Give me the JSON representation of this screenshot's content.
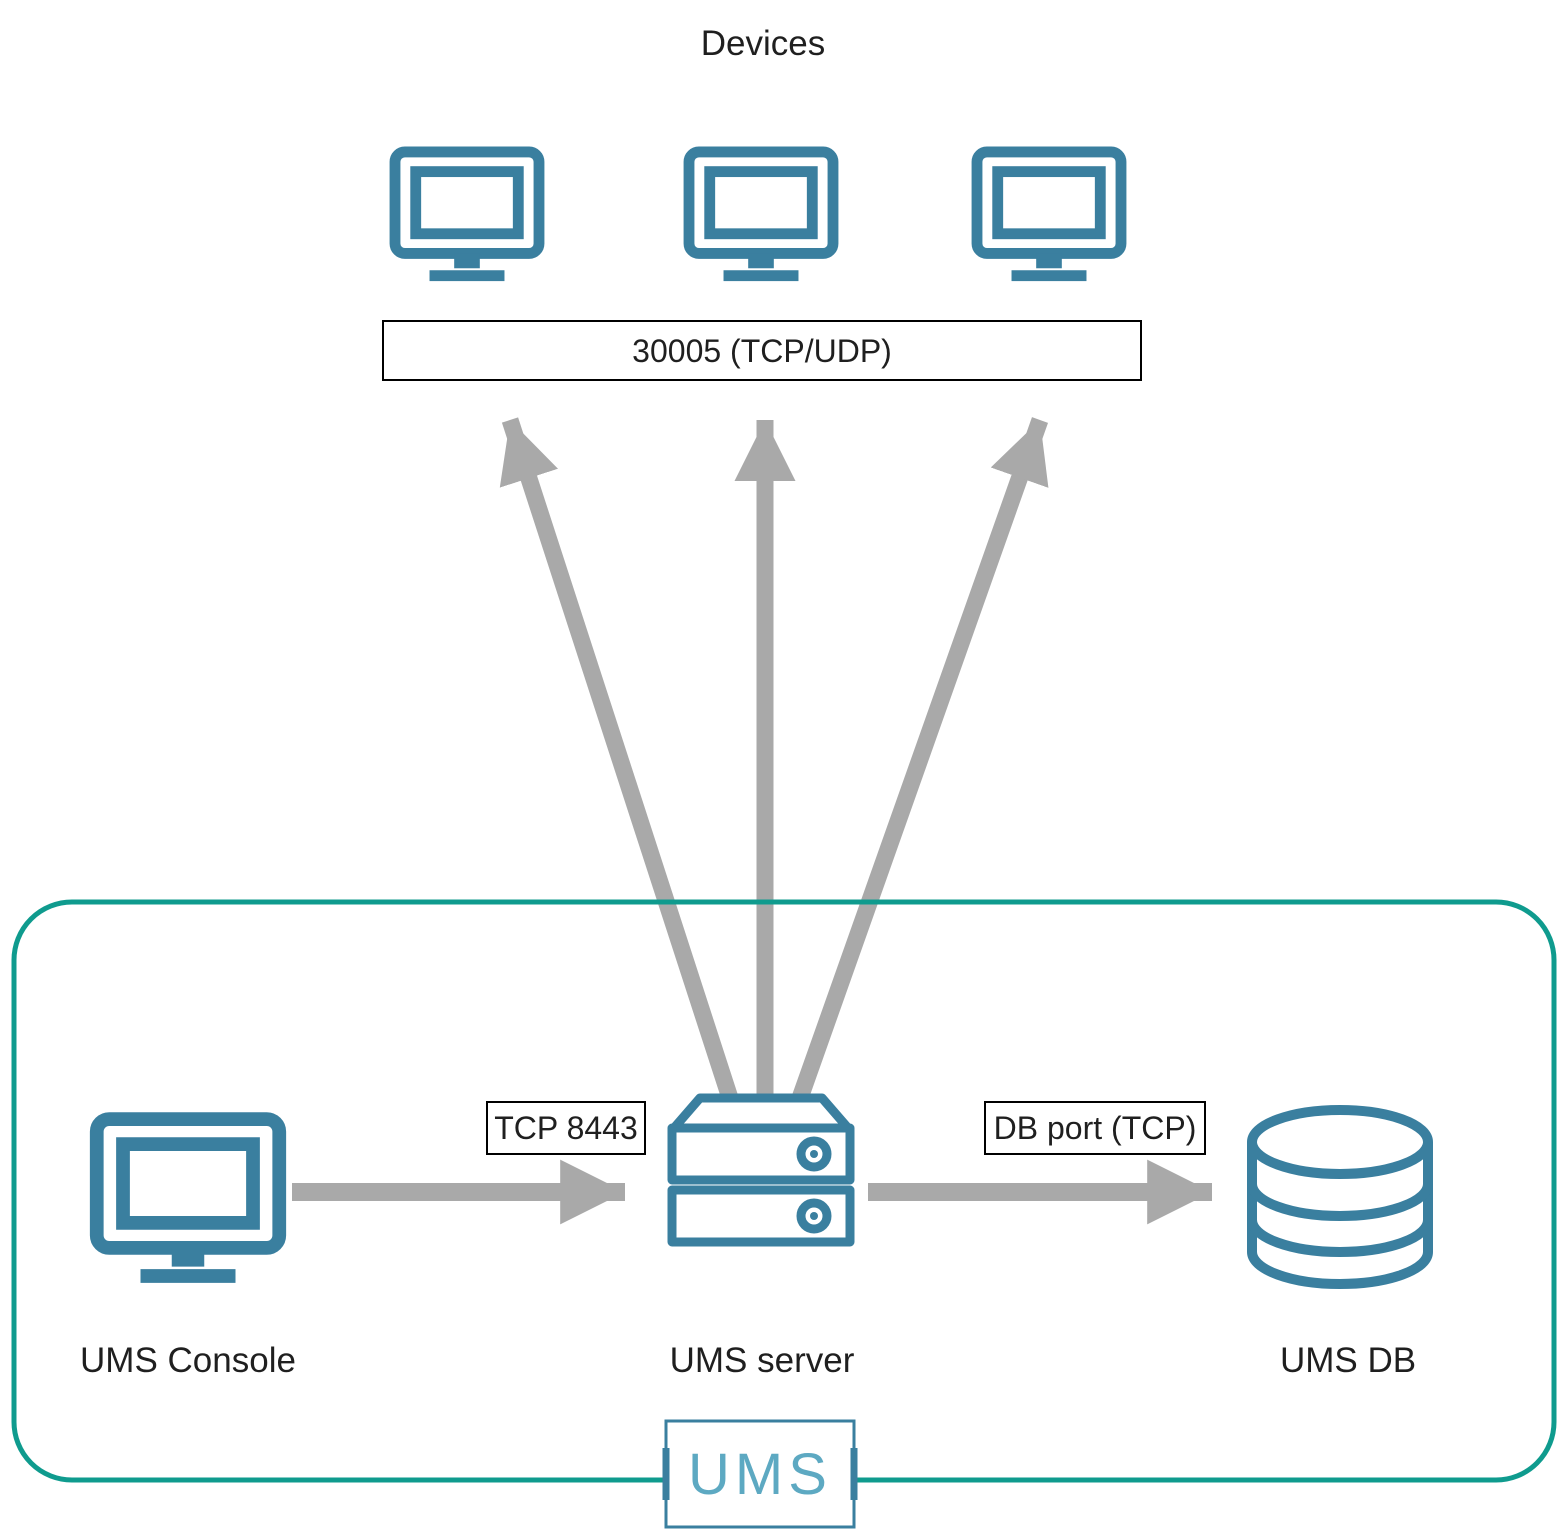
{
  "diagram": {
    "title": "Devices",
    "nodes": {
      "devices": {
        "label": "Devices",
        "count": 3,
        "icon": "monitor-icon"
      },
      "ums_console": {
        "label": "UMS Console",
        "icon": "monitor-icon"
      },
      "ums_server": {
        "label": "UMS server",
        "icon": "server-icon"
      },
      "ums_db": {
        "label": "UMS DB",
        "icon": "database-icon"
      },
      "ums_logo": {
        "label": "UMS"
      }
    },
    "connections": [
      {
        "from": "ums_server",
        "to": "devices",
        "label": "30005 (TCP/UDP)",
        "direction": "up"
      },
      {
        "from": "ums_console",
        "to": "ums_server",
        "label": "TCP 8443",
        "direction": "right"
      },
      {
        "from": "ums_server",
        "to": "ums_db",
        "label": "DB port (TCP)",
        "direction": "right"
      }
    ],
    "colors": {
      "icon_stroke": "#3a7f9f",
      "boundary_stroke": "#0f9b8e",
      "arrow_fill": "#a9a9a9",
      "label_box_border": "#000000",
      "logo_text": "#5da9c2",
      "text": "#1f1f1f",
      "background": "#ffffff"
    }
  }
}
